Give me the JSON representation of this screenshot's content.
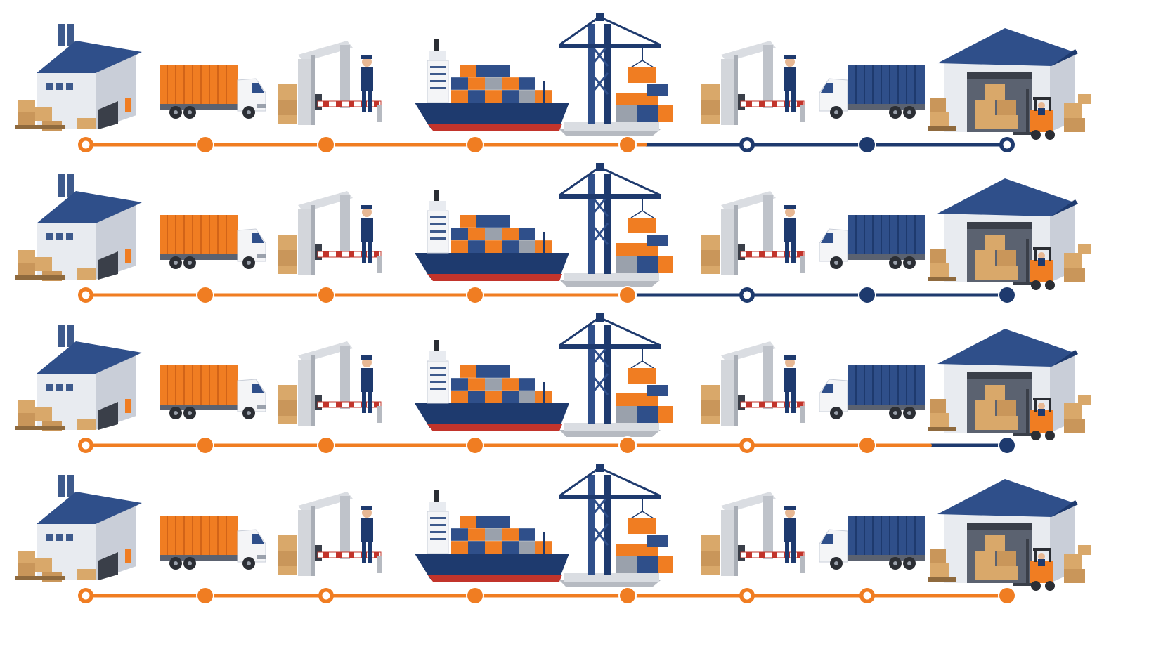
{
  "colors": {
    "orange": "#F07D22",
    "navy": "#1E3A6E",
    "navy_light": "#2F4F8A",
    "wall": "#E8EBF0",
    "wall_shade": "#C9CED8",
    "box": "#D9A86A",
    "box_shade": "#B9864A",
    "grey": "#C8CCD2",
    "hull_red": "#C2342B",
    "white": "#FFFFFF"
  },
  "stages": [
    {
      "icon": "factory-icon"
    },
    {
      "icon": "orange-container-truck-icon"
    },
    {
      "icon": "customs-checkpoint-icon"
    },
    {
      "icon": "container-ship-icon"
    },
    {
      "icon": "port-crane-icon"
    },
    {
      "icon": "customs-checkpoint-icon"
    },
    {
      "icon": "blue-container-truck-icon"
    },
    {
      "icon": "warehouse-forklift-icon"
    }
  ],
  "rows": [
    {
      "completed_segments": 4.15,
      "node_styles": [
        "ring",
        "dot",
        "dot",
        "dot",
        "dot",
        "ring",
        "dot",
        "ring"
      ]
    },
    {
      "completed_segments": 4.0,
      "node_styles": [
        "ring",
        "dot",
        "dot",
        "dot",
        "dot",
        "ring",
        "dot",
        "dot"
      ]
    },
    {
      "completed_segments": 6.45,
      "node_styles": [
        "ring",
        "dot",
        "dot",
        "dot",
        "dot",
        "ring",
        "dot",
        "dot"
      ]
    },
    {
      "completed_segments": 7.0,
      "node_styles": [
        "ring",
        "dot",
        "ring",
        "dot",
        "dot",
        "ring",
        "ring",
        "dot"
      ]
    }
  ]
}
